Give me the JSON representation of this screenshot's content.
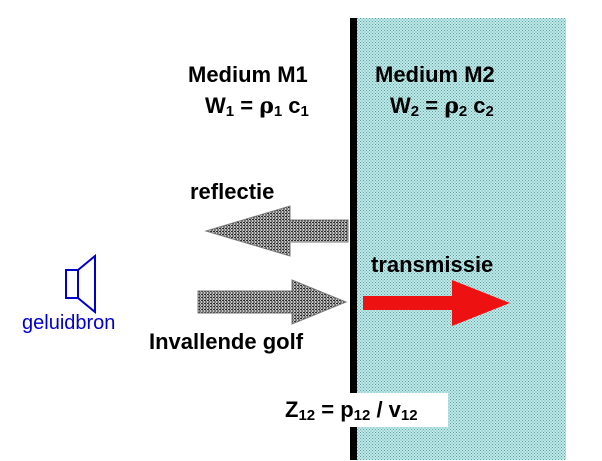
{
  "medium1": {
    "title": "Medium M1",
    "eq_lhs": "W",
    "eq_lhs_sub": "1",
    "eq_equals": " = ",
    "eq_rho": "ρ",
    "eq_rho_sub": "1",
    "eq_c": " c",
    "eq_c_sub": "1"
  },
  "medium2": {
    "title": "Medium M2",
    "eq_lhs": "W",
    "eq_lhs_sub": "2",
    "eq_equals": " = ",
    "eq_rho": "ρ",
    "eq_rho_sub": "2",
    "eq_c": " c",
    "eq_c_sub": "2"
  },
  "labels": {
    "reflected": "reflectie",
    "transmitted": "transmissie",
    "incident": "Invallende golf",
    "source": "geluidbron"
  },
  "formula": {
    "z": "Z",
    "z_sub": "12",
    "eq": " = p",
    "p_sub": "12",
    "div": " / v",
    "v_sub": "12"
  },
  "colors": {
    "medium2_fill": "#aee0e0",
    "boundary": "#000000",
    "transmission_arrow": "#ee1111",
    "hatched_arrow": "#555555",
    "source_icon": "#0000cc"
  },
  "icons": {
    "source": "speaker-icon"
  }
}
